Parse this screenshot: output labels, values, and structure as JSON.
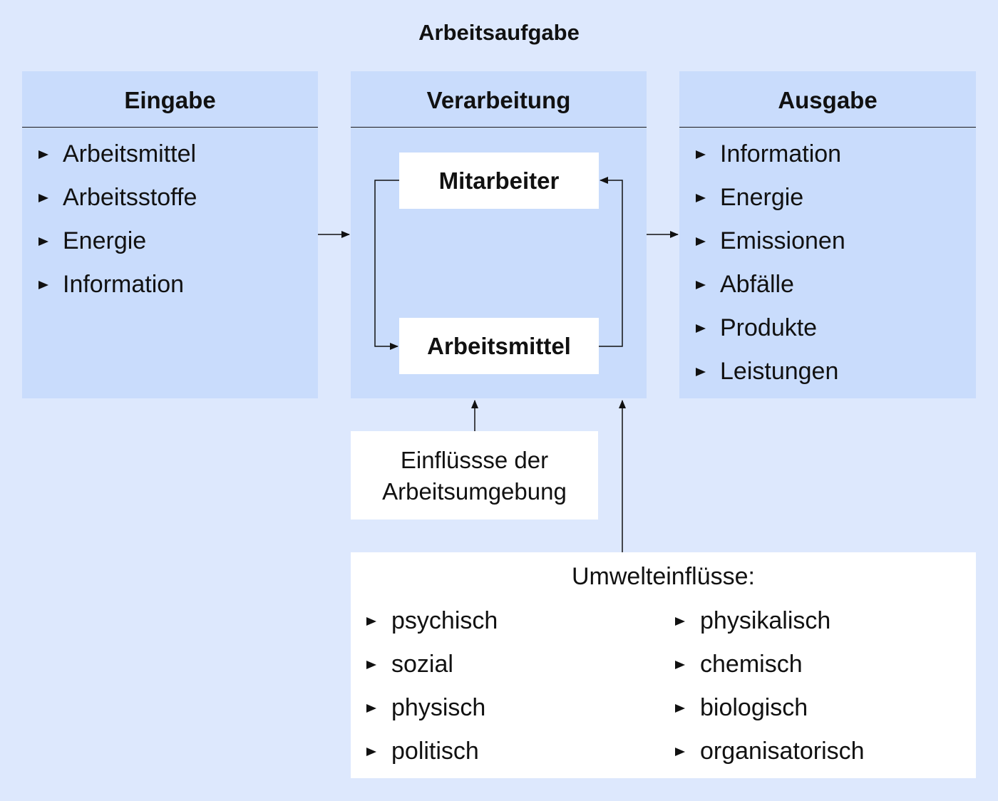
{
  "title": "Arbeitsaufgabe",
  "input": {
    "heading": "Eingabe",
    "items": [
      "Arbeitsmittel",
      "Arbeitsstoffe",
      "Energie",
      "Information"
    ]
  },
  "processing": {
    "heading": "Verarbeitung",
    "worker": "Mitarbeiter",
    "tools": "Arbeitsmittel"
  },
  "output": {
    "heading": "Ausgabe",
    "items": [
      "Information",
      "Energie",
      "Emissionen",
      "Abfälle",
      "Produkte",
      "Leistungen"
    ]
  },
  "work_environment": {
    "line1": "Einflüssse der",
    "line2": "Arbeitsumgebung"
  },
  "environmental_influences": {
    "heading": "Umwelteinflüsse:",
    "left": [
      "psychisch",
      "sozial",
      "physisch",
      "politisch"
    ],
    "right": [
      "physikalisch",
      "chemisch",
      "biologisch",
      "organisatorisch"
    ]
  },
  "colors": {
    "background": "#dde8fd",
    "panel": "#c9dcfc",
    "box": "#ffffff",
    "ink": "#111111"
  }
}
